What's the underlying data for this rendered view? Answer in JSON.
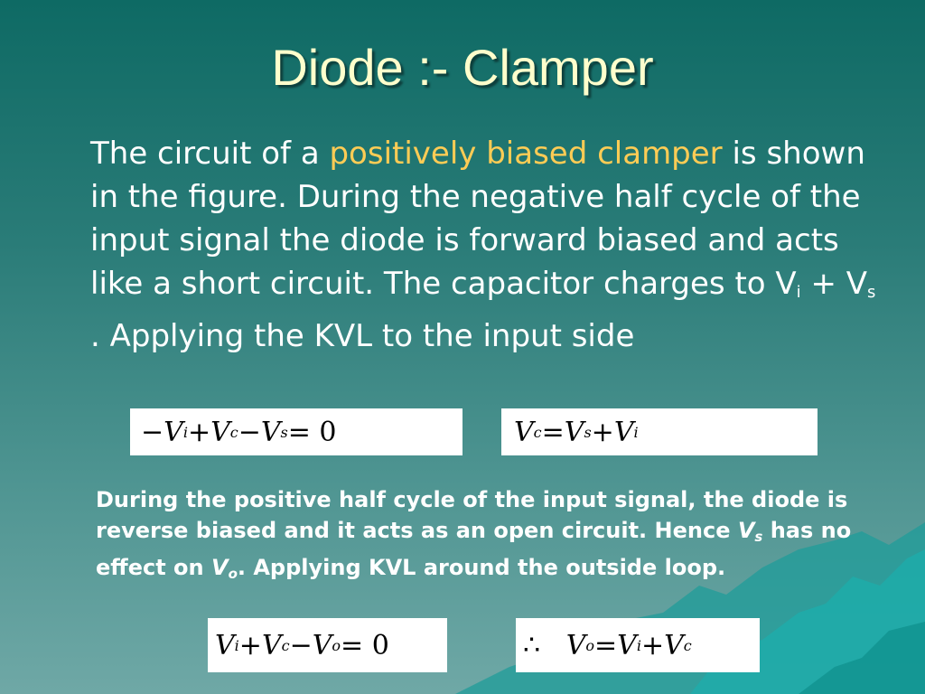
{
  "slide": {
    "title": "Diode :- Clamper",
    "para1": {
      "intro": "The circuit of a ",
      "highlight": "positively biased clamper",
      "rest": " is shown in the figure. During the negative half cycle of the input signal the diode is forward biased and acts like a short circuit. The capacitor charges to  V",
      "sub_i": "i",
      "plus": " + V",
      "sub_s": "s",
      "end": " . Applying the KVL to the input side"
    },
    "para2": {
      "p1": "During the positive half cycle of the input signal, the diode is reverse biased and it acts as an open circuit. Hence ",
      "v": "V",
      "sub_s": "s",
      "p2": " has no effect on ",
      "v2": "V",
      "sub_o": "o",
      "p3": ". Applying KVL around the outside loop."
    },
    "equations": {
      "eq1": [
        "− ",
        "V",
        "i",
        " + ",
        "V",
        "c",
        " − ",
        "V",
        "s",
        " = 0"
      ],
      "eq2": [
        "V",
        "c",
        " = ",
        "V",
        "s",
        " + ",
        "V",
        "i"
      ],
      "eq3": [
        "V",
        "i",
        " + ",
        "V",
        "c",
        " − ",
        "V",
        "o",
        " = 0"
      ],
      "eq4": [
        "∴   ",
        "V",
        "o",
        " = ",
        "V",
        "i",
        " + ",
        "V",
        "c"
      ]
    },
    "colors": {
      "title": "#ffffcc",
      "highlight": "#ffcc55",
      "text": "#ffffff",
      "background_top": "#0e6a64",
      "background_bottom": "#6fa8a6"
    }
  }
}
